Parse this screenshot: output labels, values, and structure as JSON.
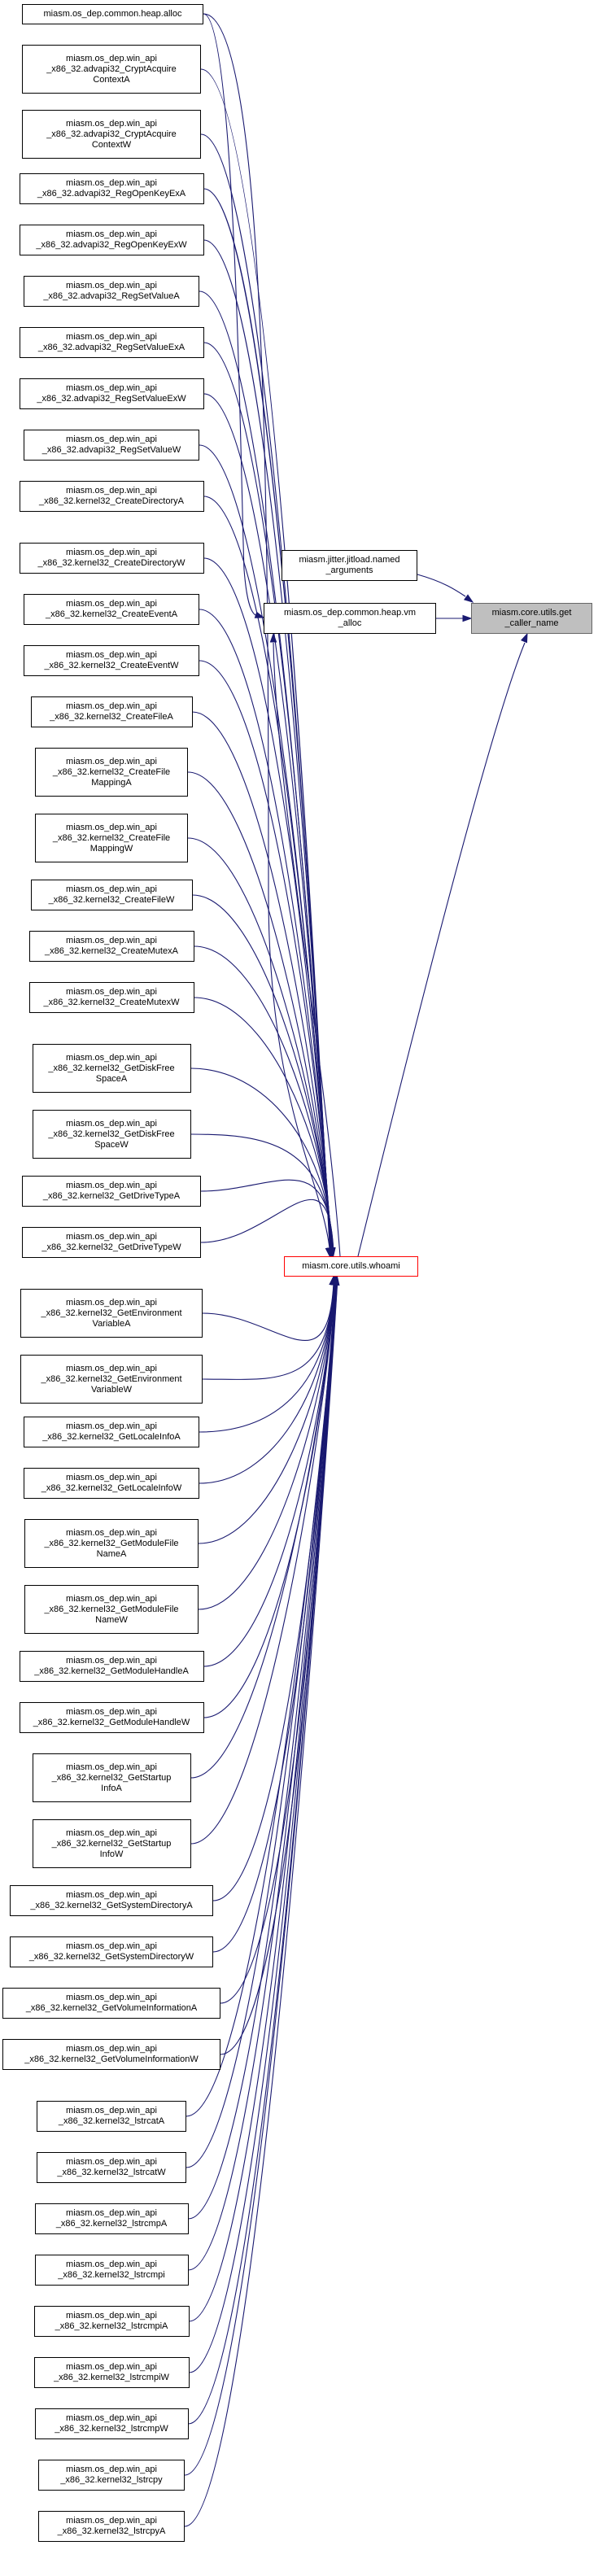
{
  "graph": {
    "target": "miasm.core.utils.get\n_caller_name",
    "hub": "miasm.core.utils.whoami",
    "vm_alloc": "miasm.os_dep.common.heap.vm\n_alloc",
    "named_arguments": "miasm.jitter.jitload.named\n_arguments",
    "heap_alloc": "miasm.os_dep.common.heap.alloc",
    "callers": [
      "miasm.os_dep.win_api\n_x86_32.advapi32_CryptAcquire\nContextA",
      "miasm.os_dep.win_api\n_x86_32.advapi32_CryptAcquire\nContextW",
      "miasm.os_dep.win_api\n_x86_32.advapi32_RegOpenKeyExA",
      "miasm.os_dep.win_api\n_x86_32.advapi32_RegOpenKeyExW",
      "miasm.os_dep.win_api\n_x86_32.advapi32_RegSetValueA",
      "miasm.os_dep.win_api\n_x86_32.advapi32_RegSetValueExA",
      "miasm.os_dep.win_api\n_x86_32.advapi32_RegSetValueExW",
      "miasm.os_dep.win_api\n_x86_32.advapi32_RegSetValueW",
      "miasm.os_dep.win_api\n_x86_32.kernel32_CreateDirectoryA",
      "miasm.os_dep.win_api\n_x86_32.kernel32_CreateDirectoryW",
      "miasm.os_dep.win_api\n_x86_32.kernel32_CreateEventA",
      "miasm.os_dep.win_api\n_x86_32.kernel32_CreateEventW",
      "miasm.os_dep.win_api\n_x86_32.kernel32_CreateFileA",
      "miasm.os_dep.win_api\n_x86_32.kernel32_CreateFile\nMappingA",
      "miasm.os_dep.win_api\n_x86_32.kernel32_CreateFile\nMappingW",
      "miasm.os_dep.win_api\n_x86_32.kernel32_CreateFileW",
      "miasm.os_dep.win_api\n_x86_32.kernel32_CreateMutexA",
      "miasm.os_dep.win_api\n_x86_32.kernel32_CreateMutexW",
      "miasm.os_dep.win_api\n_x86_32.kernel32_GetDiskFree\nSpaceA",
      "miasm.os_dep.win_api\n_x86_32.kernel32_GetDiskFree\nSpaceW",
      "miasm.os_dep.win_api\n_x86_32.kernel32_GetDriveTypeA",
      "miasm.os_dep.win_api\n_x86_32.kernel32_GetDriveTypeW",
      "miasm.os_dep.win_api\n_x86_32.kernel32_GetEnvironment\nVariableA",
      "miasm.os_dep.win_api\n_x86_32.kernel32_GetEnvironment\nVariableW",
      "miasm.os_dep.win_api\n_x86_32.kernel32_GetLocaleInfoA",
      "miasm.os_dep.win_api\n_x86_32.kernel32_GetLocaleInfoW",
      "miasm.os_dep.win_api\n_x86_32.kernel32_GetModuleFile\nNameA",
      "miasm.os_dep.win_api\n_x86_32.kernel32_GetModuleFile\nNameW",
      "miasm.os_dep.win_api\n_x86_32.kernel32_GetModuleHandleA",
      "miasm.os_dep.win_api\n_x86_32.kernel32_GetModuleHandleW",
      "miasm.os_dep.win_api\n_x86_32.kernel32_GetStartup\nInfoA",
      "miasm.os_dep.win_api\n_x86_32.kernel32_GetStartup\nInfoW",
      "miasm.os_dep.win_api\n_x86_32.kernel32_GetSystemDirectoryA",
      "miasm.os_dep.win_api\n_x86_32.kernel32_GetSystemDirectoryW",
      "miasm.os_dep.win_api\n_x86_32.kernel32_GetVolumeInformationA",
      "miasm.os_dep.win_api\n_x86_32.kernel32_GetVolumeInformationW",
      "miasm.os_dep.win_api\n_x86_32.kernel32_lstrcatA",
      "miasm.os_dep.win_api\n_x86_32.kernel32_lstrcatW",
      "miasm.os_dep.win_api\n_x86_32.kernel32_lstrcmpA",
      "miasm.os_dep.win_api\n_x86_32.kernel32_lstrcmpi",
      "miasm.os_dep.win_api\n_x86_32.kernel32_lstrcmpiA",
      "miasm.os_dep.win_api\n_x86_32.kernel32_lstrcmpiW",
      "miasm.os_dep.win_api\n_x86_32.kernel32_lstrcmpW",
      "miasm.os_dep.win_api\n_x86_32.kernel32_lstrcpy",
      "miasm.os_dep.win_api\n_x86_32.kernel32_lstrcpyA"
    ]
  },
  "colors": {
    "edge": "#191970",
    "focus_border": "#ff0000",
    "selected_fill": "#bfbfbf",
    "selected_border": "#666666"
  }
}
